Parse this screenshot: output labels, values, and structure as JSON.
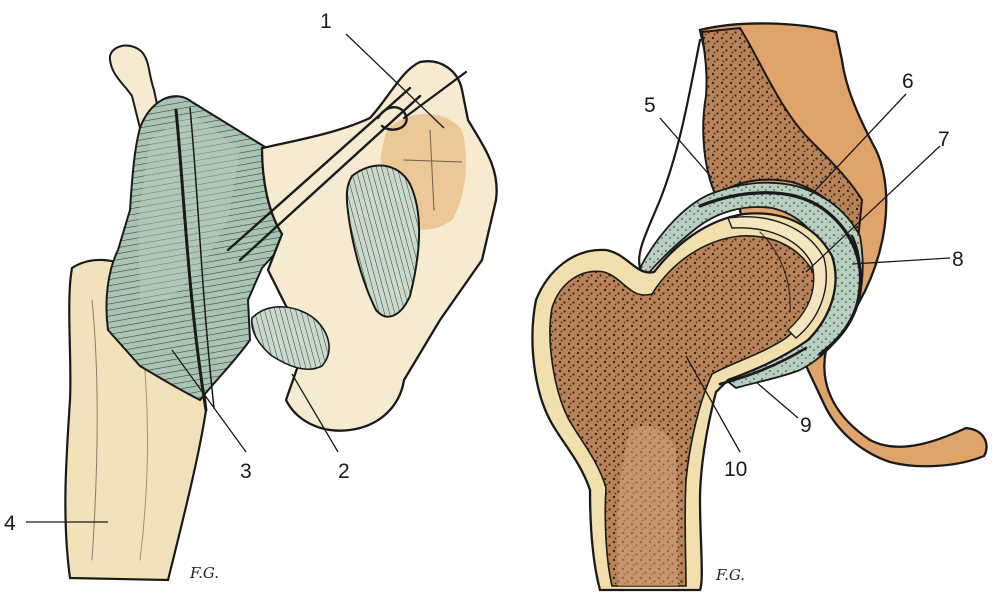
{
  "labels": {
    "l1": "1",
    "l2": "2",
    "l3": "3",
    "l4": "4",
    "l5": "5",
    "l6": "6",
    "l7": "7",
    "l8": "8",
    "l9": "9",
    "l10": "10"
  },
  "signature": "F.G.",
  "colors": {
    "bone_light": "#f1dfb4",
    "bone_cream": "#f6ead0",
    "bone_orange": "#e0a46a",
    "ligament_green": "#a9c4b1",
    "ligament_dark": "#7fa38e",
    "cancellous": "#b27a4f",
    "cartilage": "#d6e4d8",
    "ink": "#1a1a1a"
  }
}
